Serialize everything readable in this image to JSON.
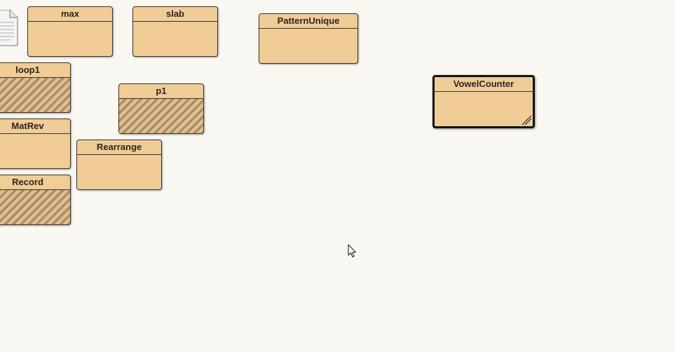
{
  "canvas": {
    "background_color": "#f8f7f2",
    "class_fill_color": "#f0cd96",
    "border_color": "#3a3128"
  },
  "classes": {
    "max": {
      "name": "max",
      "abstract": false,
      "selected": false
    },
    "slab": {
      "name": "slab",
      "abstract": false,
      "selected": false
    },
    "pattern_unique": {
      "name": "PatternUnique",
      "abstract": false,
      "selected": false
    },
    "loop1": {
      "name": "loop1",
      "abstract": true,
      "selected": false
    },
    "p1": {
      "name": "p1",
      "abstract": true,
      "selected": false
    },
    "vowel_counter": {
      "name": "VowelCounter",
      "abstract": false,
      "selected": true
    },
    "mat_rev": {
      "name": "MatRev",
      "abstract": false,
      "selected": false
    },
    "rearrange": {
      "name": "Rearrange",
      "abstract": false,
      "selected": false
    },
    "record": {
      "name": "Record",
      "abstract": true,
      "selected": false
    }
  },
  "icons": {
    "note": "document-icon",
    "pointer": "mouse-pointer-icon",
    "grip": "resize-grip-icon"
  }
}
